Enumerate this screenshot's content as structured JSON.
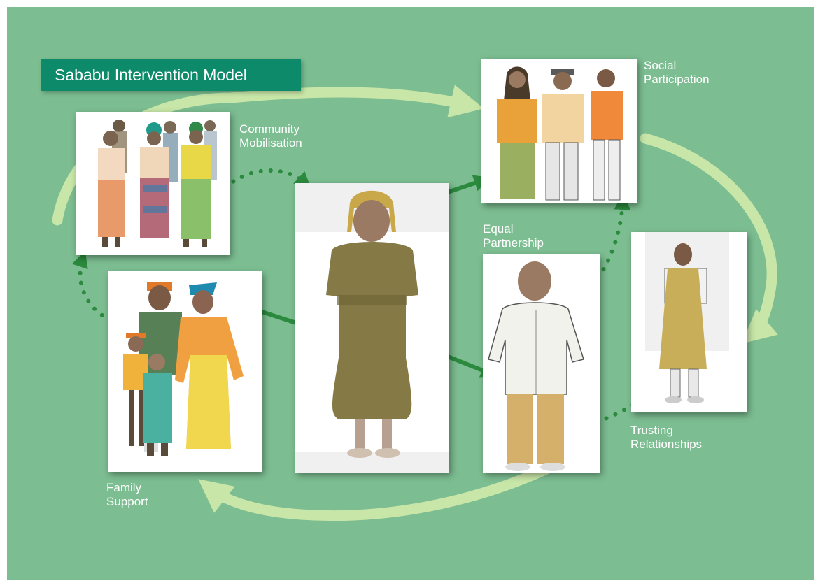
{
  "title": "Sababu Intervention Model",
  "labels": {
    "community_line1": "Community",
    "community_line2": "Mobilisation",
    "social_line1": "Social",
    "social_line2": "Participation",
    "equal_line1": "Equal",
    "equal_line2": "Partnership",
    "trusting_line1": "Trusting",
    "trusting_line2": "Relationships",
    "family_line1": "Family",
    "family_line2": "Support"
  },
  "colors": {
    "background": "#7cbd91",
    "title_box": "#0c8a6a",
    "outer_arrow": "#c8e6a8",
    "inner_arrow": "#2b8a3e",
    "label_text": "#ffffff"
  },
  "icons": {
    "community": "group-of-women-illustration",
    "social": "three-people-illustration",
    "central": "woman-standing-illustration",
    "family": "family-illustration",
    "partner": "man-standing-illustration",
    "trusting": "boy-standing-illustration"
  }
}
